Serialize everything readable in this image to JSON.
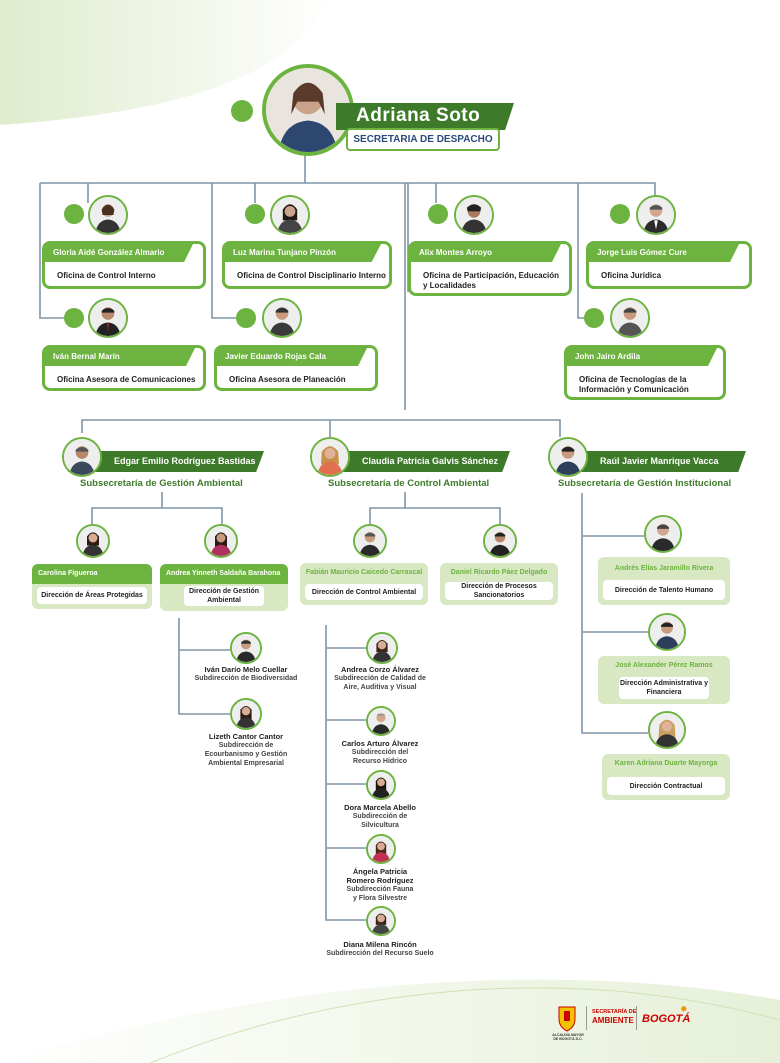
{
  "colors": {
    "accent": "#6db33f",
    "dark_green": "#3d7b2a",
    "pale_green": "#d8e8c2",
    "line": "#7f95a8"
  },
  "head": {
    "name": "Adriana Soto",
    "role": "SECRETARIA DE DESPACHO"
  },
  "offices": [
    {
      "name": "Gloria Aidé González Almario",
      "office": "Oficina de Control Interno"
    },
    {
      "name": "Luz Marina Tunjano Pinzón",
      "office": "Oficina de Control Disciplinario Interno"
    },
    {
      "name": "Alix Montes Arroyo",
      "office": "Oficina de Participación, Educación y Localidades"
    },
    {
      "name": "Jorge Luis Gómez Cure",
      "office": "Oficina Jurídica"
    },
    {
      "name": "Iván Bernal Marín",
      "office": "Oficina Asesora de Comunicaciones"
    },
    {
      "name": "Javier Eduardo Rojas Cala",
      "office": "Oficina Asesora de Planeación"
    },
    {
      "name": "John Jairo Ardila",
      "office": "Oficina de Tecnologías de la Información y Comunicación"
    }
  ],
  "subsecretarias": [
    {
      "name": "Edgar Emilio Rodríguez Bastidas",
      "title": "Subsecretaría de Gestión Ambiental"
    },
    {
      "name": "Claudia Patricia Galvis Sánchez",
      "title": "Subsecretaría de Control Ambiental"
    },
    {
      "name": "Raúl Javier Manrique Vacca",
      "title": "Subsecretaría de Gestión Institucional"
    }
  ],
  "directions": [
    {
      "name": "Carolina Figueroa",
      "direction": "Dirección de Áreas Protegidas"
    },
    {
      "name": "Andrea Yinneth Saldaña Barahona",
      "direction": "Dirección de Gestión Ambiental"
    },
    {
      "name": "Fabián Mauricio Caicedo Carrascal",
      "direction": "Dirección de Control Ambiental"
    },
    {
      "name": "Daniel Ricardo Páez Delgado",
      "direction": "Dirección de Procesos Sancionatorios"
    },
    {
      "name": "Andrés Elías Jaramillo Rivera",
      "direction": "Dirección de Talento Humano"
    },
    {
      "name": "José Alexander Pérez Ramos",
      "direction": "Dirección Administrativa y Financiera"
    },
    {
      "name": "Karen Adriana Duarte Mayorga",
      "direction": "Dirección Contractual"
    }
  ],
  "subdirections_ga": [
    {
      "name": "Iván Darío Melo Cuellar",
      "role": "Subdirección de Biodiversidad"
    },
    {
      "name": "Lizeth Cantor Cantor",
      "role": "Subdirección de Ecourbanismo y Gestión Ambiental Empresarial"
    }
  ],
  "subdirections_ca": [
    {
      "name": "Andrea Corzo Álvarez",
      "role": "Subdirección de Calidad de Aire, Auditiva y Visual"
    },
    {
      "name": "Carlos Arturo Álvarez",
      "role": "Subdirección del Recurso Hídrico"
    },
    {
      "name": "Dora Marcela Abello",
      "role": "Subdirección de Silvicultura"
    },
    {
      "name": "Ángela Patricia Romero Rodríguez",
      "role": "Subdirección Fauna y Flora Silvestre"
    },
    {
      "name": "Diana Milena Rincón",
      "role": "Subdirección del Recurso Suelo"
    }
  ],
  "footer": {
    "logo1": "ALCALDÍA MAYOR DE BOGOTÁ D.C.",
    "logo2_top": "SECRETARÍA DE",
    "logo2_bottom": "AMBIENTE",
    "logo3": "BOGOTÁ"
  }
}
